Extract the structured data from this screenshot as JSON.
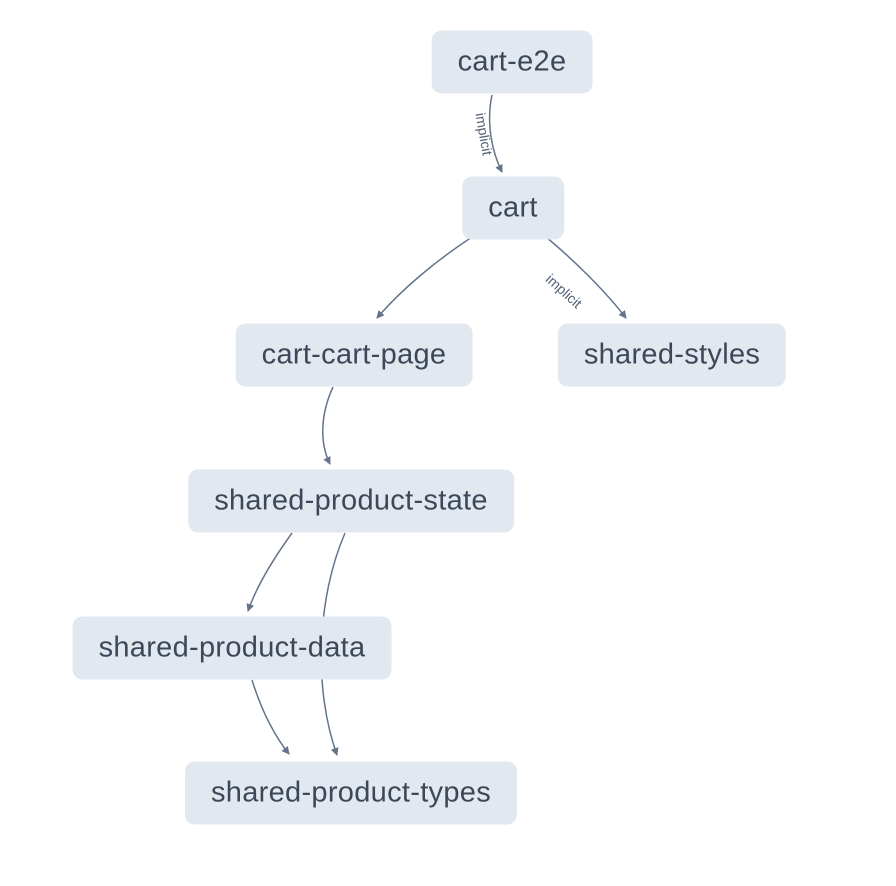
{
  "diagram": {
    "type": "dependency-graph",
    "nodes": [
      {
        "id": "cart-e2e",
        "label": "cart-e2e"
      },
      {
        "id": "cart",
        "label": "cart"
      },
      {
        "id": "cart-cart-page",
        "label": "cart-cart-page"
      },
      {
        "id": "shared-styles",
        "label": "shared-styles"
      },
      {
        "id": "shared-product-state",
        "label": "shared-product-state"
      },
      {
        "id": "shared-product-data",
        "label": "shared-product-data"
      },
      {
        "id": "shared-product-types",
        "label": "shared-product-types"
      }
    ],
    "edges": [
      {
        "from": "cart-e2e",
        "to": "cart",
        "label": "implicit"
      },
      {
        "from": "cart",
        "to": "cart-cart-page",
        "label": ""
      },
      {
        "from": "cart",
        "to": "shared-styles",
        "label": "implicit"
      },
      {
        "from": "cart-cart-page",
        "to": "shared-product-state",
        "label": ""
      },
      {
        "from": "shared-product-state",
        "to": "shared-product-data",
        "label": ""
      },
      {
        "from": "shared-product-state",
        "to": "shared-product-types",
        "label": ""
      },
      {
        "from": "shared-product-data",
        "to": "shared-product-types",
        "label": ""
      }
    ],
    "colors": {
      "node_bg": "#e2e8f0",
      "node_text": "#3d4757",
      "edge": "#64748b",
      "background": "#ffffff"
    }
  }
}
